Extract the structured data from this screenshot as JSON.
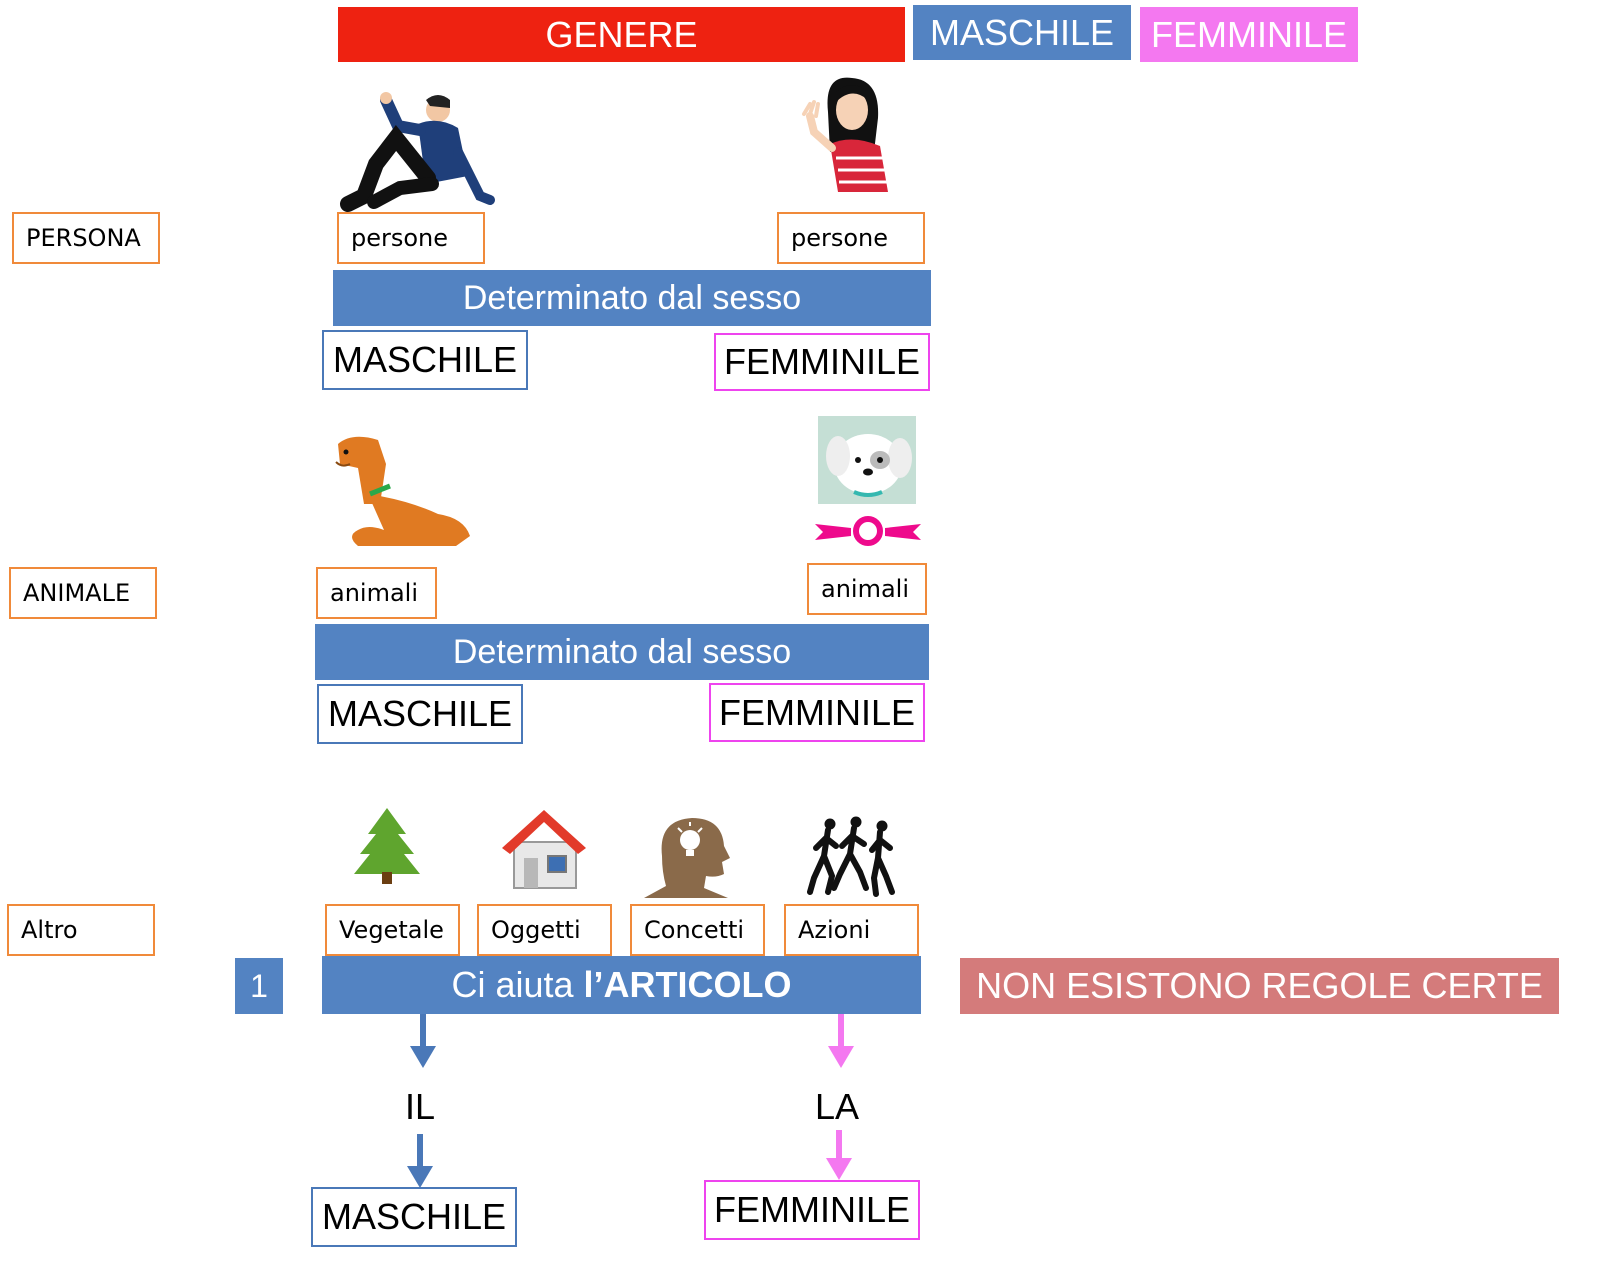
{
  "header": {
    "genere": "GENERE",
    "maschile": "MASCHILE",
    "femminile": "FEMMINILE"
  },
  "rows": {
    "persona": {
      "category": "PERSONA",
      "left_label": "persone",
      "right_label": "persone",
      "band": "Determinato dal sesso",
      "maschile": "MASCHILE",
      "femminile": "FEMMINILE"
    },
    "animale": {
      "category": "ANIMALE",
      "left_label": "animali",
      "right_label": "animali",
      "band": "Determinato dal sesso",
      "maschile": "MASCHILE",
      "femminile": "FEMMINILE"
    },
    "altro": {
      "category": "Altro",
      "items": [
        "Vegetale",
        "Oggetti",
        "Concetti",
        "Azioni"
      ],
      "number": "1",
      "band_prefix": "Ci aiuta ",
      "band_bold": "l’ARTICOLO",
      "note": "NON ESISTONO REGOLE CERTE",
      "article_m": "IL",
      "article_f": "LA",
      "maschile": "MASCHILE",
      "femminile": "FEMMINILE"
    }
  },
  "colors": {
    "genere": "#ee2211",
    "blue": "#5383c2",
    "pink": "#f478f0",
    "note": "#d47b7b",
    "orange_border": "#f08a3a"
  },
  "icons": [
    "man-sitting-icon",
    "woman-waving-icon",
    "dog-icon",
    "puppy-icon",
    "bow-icon",
    "tree-icon",
    "house-icon",
    "head-idea-icon",
    "runners-icon"
  ]
}
